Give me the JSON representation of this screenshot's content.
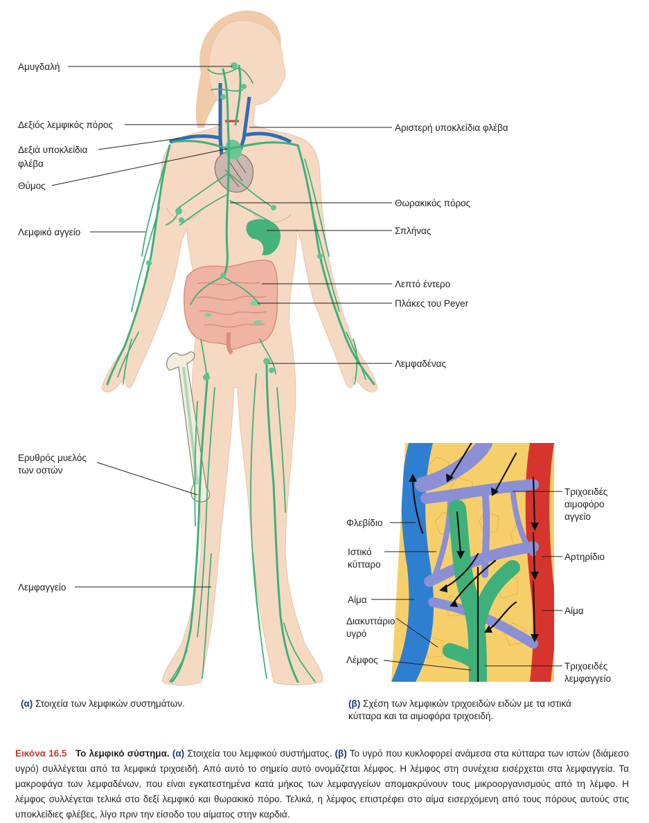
{
  "labels_a": {
    "tonsil": "Αμυγδαλή",
    "right_lymph_duct": "Δεξιός λεμφικός πόρος",
    "right_subclavian_vein_1": "Δεξιά υποκλείδια",
    "right_subclavian_vein_2": "φλέβα",
    "thymus": "Θύμος",
    "lymph_vessel": "Λεμφικό αγγείο",
    "red_bone_marrow_1": "Ερυθρός μυελός",
    "red_bone_marrow_2": "των οστών",
    "lymphatic": "Λεμφαγγείο",
    "left_subclavian_vein": "Αριστερή υποκλείδια φλέβα",
    "thoracic_duct": "Θωρακικός πόρος",
    "spleen": "Σπλήνας",
    "small_intestine": "Λεπτό έντερο",
    "peyer_patches": "Πλάκες του Peyer",
    "lymph_node": "Λεμφαδένας"
  },
  "labels_b": {
    "venule": "Φλεβίδιο",
    "tissue_cell_1": "Ιστικό",
    "tissue_cell_2": "κύτταρο",
    "blood_left": "Αίμα",
    "interstitial_fluid_1": "Διακυττάριο",
    "interstitial_fluid_2": "υγρό",
    "lymph": "Λέμφος",
    "blood_capillary_1": "Τριχοειδές",
    "blood_capillary_2": "αιμοφόρο",
    "blood_capillary_3": "αγγείο",
    "arteriole": "Αρτηρίδιο",
    "blood_right": "Αίμα",
    "lymph_capillary_1": "Τριχοειδές",
    "lymph_capillary_2": "λεμφαγγείο"
  },
  "captions": {
    "a_tag": "(α)",
    "a_text": " Στοιχεία των λεμφικών συστημάτων.",
    "b_tag": "(β)",
    "b_text": " Σχέση των λεμφικών τριχοειδών ειδών με τα ιστικά κύτταρα και τα αιμοφόρα τριχοειδή."
  },
  "figure_caption": {
    "number": "Εικόνα 16.5",
    "title": "Το λεμφικό σύστημα.",
    "a_tag": "(α)",
    "a_text": " Στοιχεία του λεμφικού συστήματος. ",
    "b_tag": "(β)",
    "b_text": " Το υγρό που κυκλοφορεί ανάμεσα στα κύτταρα των ιστών (διάμεσο υγρό) συλλέγεται από τα λεμφικά τριχοειδή. Από αυτό το σημείο αυτό ονομάζεται λέμφος. Η λέμφος στη συνέχεια εισέρχεται στα λεμφαγγεία. Τα μακροφάγα των λεμφαδένων, που είναι εγκατεστημένα κατά μήκος των λεμφαγγείων απομακρύνουν τους μικροοργανισμούς από τη λέμφο. Η λέμφος συλλέγεται τελικά στο δεξί λεμφικό και θωρακικό πόρο. Τελικά, η λέμφος επιστρέφει στο αίμα εισερχόμενη από τους πόρους αυτούς στις υποκλείδιες φλέβες, λίγο πριν την είσοδο του αίματος στην καρδιά."
  },
  "colors": {
    "skin": "#f6d9c3",
    "lymph": "#3fb07a",
    "vein": "#2f6db5",
    "artery": "#d8342e",
    "tissue": "#f7cf6a",
    "capillary": "#8a8fd6",
    "heart": "#c9b7b0",
    "intestine": "#efb4a3",
    "caption_accent": "#1e3a6e",
    "figure_number": "#c0392b"
  }
}
